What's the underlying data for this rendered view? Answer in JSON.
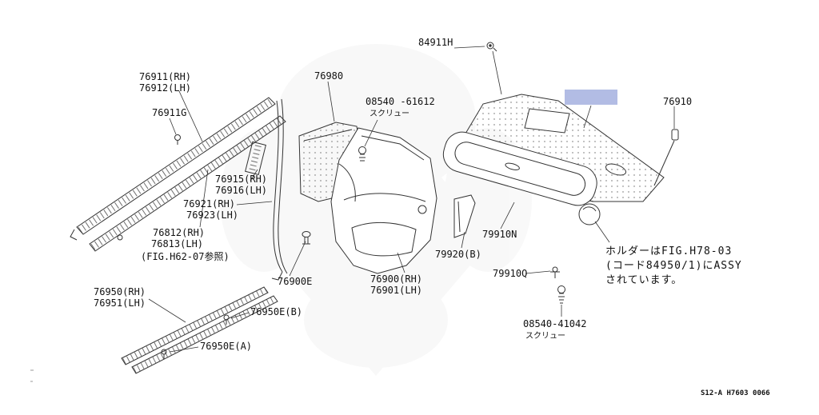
{
  "page": {
    "background": "#ffffff",
    "footer_code": "S12-A H7603 0066"
  },
  "highlight": {
    "color": "#b2bce4"
  },
  "labels": {
    "clip_84911h": "84911H",
    "pillar_76911": "76911(RH)",
    "pillar_76912": "76912(LH)",
    "clip_76911g": "76911G",
    "panel_76980": "76980",
    "screw_upper": "08540 -61612",
    "screw_upper_jp": "スクリュー",
    "trim_76915": "76915(RH)",
    "trim_76916": "76916(LH)",
    "trim_76921": "76921(RH)",
    "trim_76923": "76923(LH)",
    "garnish_76812": "76812(RH)",
    "garnish_76813": "76813(LH)",
    "fig_ref": "(FIG.H62-07参照)",
    "sill_76950": "76950(RH)",
    "sill_76951": "76951(LH)",
    "clip_76900e": "76900E",
    "clip_76950eb": "76950E(B)",
    "clip_76950ea": "76950E(A)",
    "panel_76900": "76900(RH)",
    "panel_76901": "76901(LH)",
    "bracket_79920b": "79920(B)",
    "finisher_79910n": "79910N",
    "clip_79910q": "79910Q",
    "screw_lower": "08540-41042",
    "screw_lower_jp": "スクリュー",
    "shelf_76910": "76910"
  },
  "note": {
    "line1": "ホルダーはFIG.H78-03",
    "line2": "(コード84950/1)にASSY",
    "line3": "されています。"
  }
}
